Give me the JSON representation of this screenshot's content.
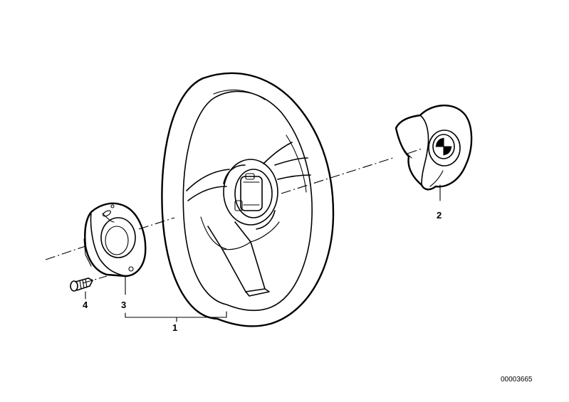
{
  "callouts": {
    "c1": "1",
    "c2": "2",
    "c3": "3",
    "c4": "4"
  },
  "drawing_code": "00003665"
}
